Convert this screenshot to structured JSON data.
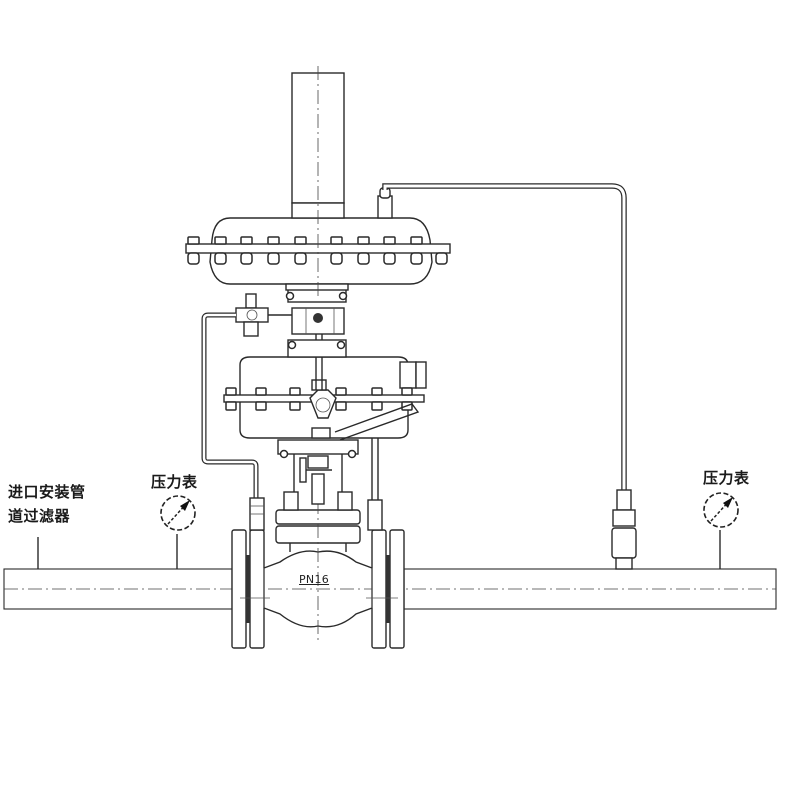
{
  "diagram": {
    "title": "",
    "labels": {
      "inlet_filter_line1": "进口安装管",
      "inlet_filter_line2": "道过滤器",
      "pressure_gauge_left": "压力表",
      "pressure_gauge_right": "压力表",
      "valve_rating": "PN16"
    },
    "components": [
      {
        "id": "inlet-filter",
        "label": "进口安装管道过滤器"
      },
      {
        "id": "pressure-gauge-upstream",
        "label": "压力表"
      },
      {
        "id": "regulating-valve",
        "label": "PN16"
      },
      {
        "id": "pressure-gauge-downstream",
        "label": "压力表"
      },
      {
        "id": "impulse-line-tap",
        "label": ""
      }
    ],
    "colors": {
      "line": "#2a2a2a",
      "background": "#ffffff"
    }
  }
}
